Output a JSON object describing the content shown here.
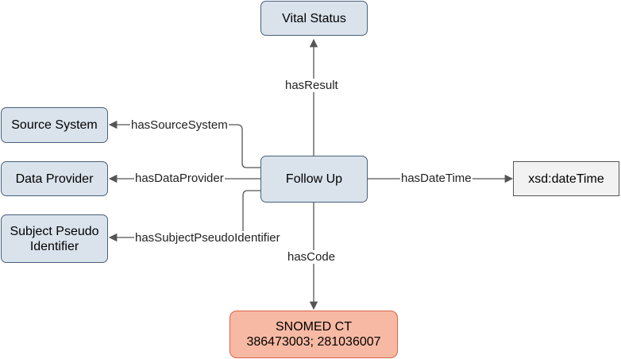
{
  "nodes": {
    "vital_status": "Vital Status",
    "source_system": "Source System",
    "data_provider": "Data Provider",
    "subject_pseudo": [
      "Subject Pseudo",
      "Identifier"
    ],
    "follow_up": "Follow Up",
    "datetime": "xsd:dateTime",
    "snomed": [
      "SNOMED CT",
      "386473003; 281036007"
    ]
  },
  "edges": {
    "has_result": "hasResult",
    "has_source_system": "hasSourceSystem",
    "has_data_provider": "hasDataProvider",
    "has_subject_pseudo": "hasSubjectPseudoIdentifier",
    "has_date_time": "hasDateTime",
    "has_code": "hasCode"
  },
  "colors": {
    "class_fill": "#dae3ec",
    "class_stroke": "#4a5f7a",
    "literal_fill": "#f2f2f2",
    "code_fill": "#f7b9a3",
    "code_stroke": "#d9634a",
    "edge": "#555555"
  }
}
